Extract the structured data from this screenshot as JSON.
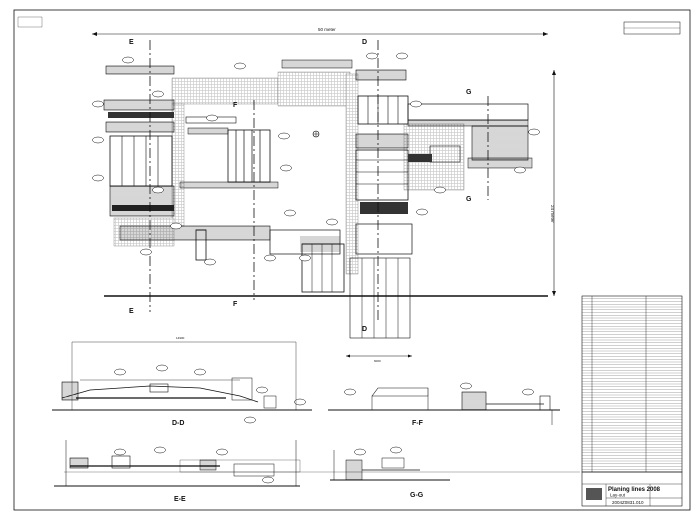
{
  "drawing": {
    "dimensions": {
      "overall_width": "50 meter",
      "overall_height": "24 meter",
      "dim_d": "14900",
      "dim_g": "6000"
    },
    "section_markers": [
      "E",
      "D",
      "F",
      "G"
    ],
    "section_views": [
      "D-D",
      "F-F",
      "E-E",
      "G-G"
    ],
    "title_block": {
      "title": "Planing lines 2008",
      "subtitle": "Lay-out",
      "drawing_no": "2004Z0831.010"
    },
    "legend_rows": 64
  },
  "colors": {
    "line": "#111111",
    "paper": "#ffffff",
    "hatch": "#9a9a9a"
  }
}
